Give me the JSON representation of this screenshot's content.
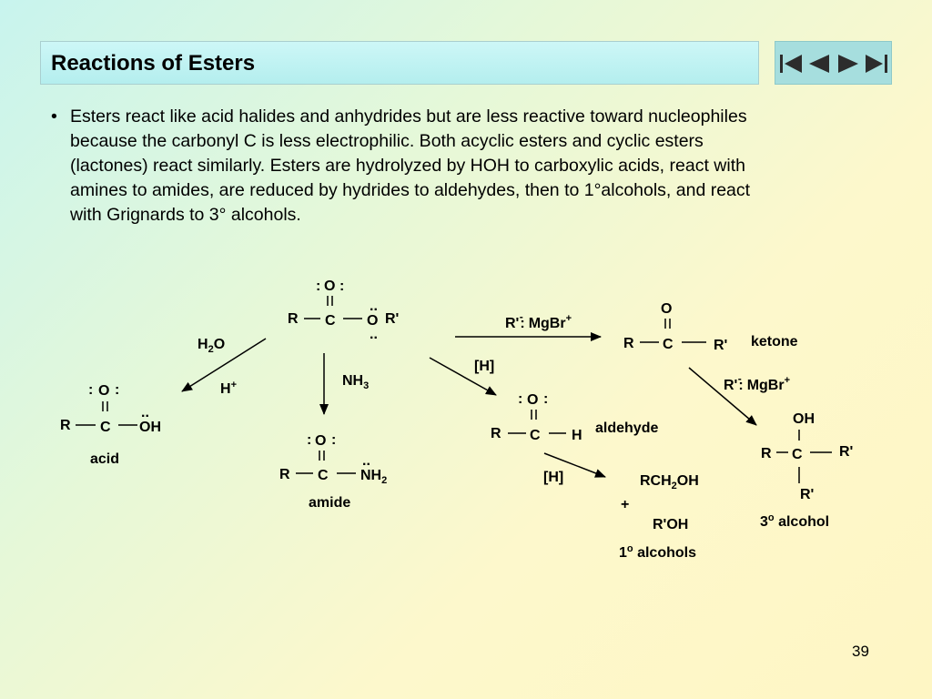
{
  "slide": {
    "title": "Reactions of Esters",
    "page_number": "39"
  },
  "bullet": {
    "symbol": "•",
    "lines": [
      "Esters react like acid halides and anhydrides but are less reactive toward nucleophiles",
      "because the carbonyl C is less electrophilic.  Both acyclic esters and cyclic esters",
      "(lactones) react similarly.  Esters are hydrolyzed by HOH to carboxylic acids, react with",
      "amines to amides, are reduced by hydrides to aldehydes, then to 1°alcohols, and react",
      "with Grignards to 3° alcohols."
    ]
  },
  "nav": {
    "buttons": [
      "first-slide-icon",
      "previous-slide-icon",
      "next-slide-icon",
      "last-slide-icon"
    ]
  },
  "diagram": {
    "ester": {
      "R": "R",
      "C": "C",
      "O_carbonyl": "O",
      "O_ether": "O",
      "R_prime": "R'"
    },
    "hydrolysis": {
      "reagent1": "H",
      "reagent1_sub": "2",
      "reagent1_tail": "O",
      "reagent2": "H",
      "reagent2_sup": "+"
    },
    "acid": {
      "R": "R",
      "C": "C",
      "O": "O",
      "OH": "OH",
      "label": "acid"
    },
    "aminolysis": {
      "reagent": "NH",
      "reagent_sub": "3"
    },
    "amide": {
      "R": "R",
      "C": "C",
      "O": "O",
      "NH": "NH",
      "NH_sub": "2",
      "label": "amide"
    },
    "grignard1": {
      "reagent": "R'",
      "colon": ":",
      "charge": "-",
      "MgBr": "MgBr",
      "charge_pos": "+"
    },
    "ketone": {
      "R": "R",
      "C": "C",
      "O": "O",
      "R_prime": "R'",
      "label": "ketone"
    },
    "reduction1": {
      "reagent": "[H]"
    },
    "aldehyde": {
      "R": "R",
      "C": "C",
      "O": "O",
      "H": "H",
      "label": "aldehyde"
    },
    "reduction2": {
      "reagent": "[H]"
    },
    "primary_alcohols": {
      "line1a": "RCH",
      "line1_sub": "2",
      "line1b": "OH",
      "plus": "+",
      "line2": "R'OH",
      "label_num": "1",
      "label_deg": "o",
      "label_text": " alcohols"
    },
    "grignard2": {
      "reagent": "R'",
      "colon": ":",
      "charge": "-",
      "MgBr": "MgBr",
      "charge_pos": "+"
    },
    "tertiary_alcohol": {
      "R": "R",
      "C": "C",
      "OH": "OH",
      "R_prime1": "R'",
      "R_prime2": "R'",
      "label_num": "3",
      "label_deg": "o",
      "label_text": " alcohol"
    }
  }
}
